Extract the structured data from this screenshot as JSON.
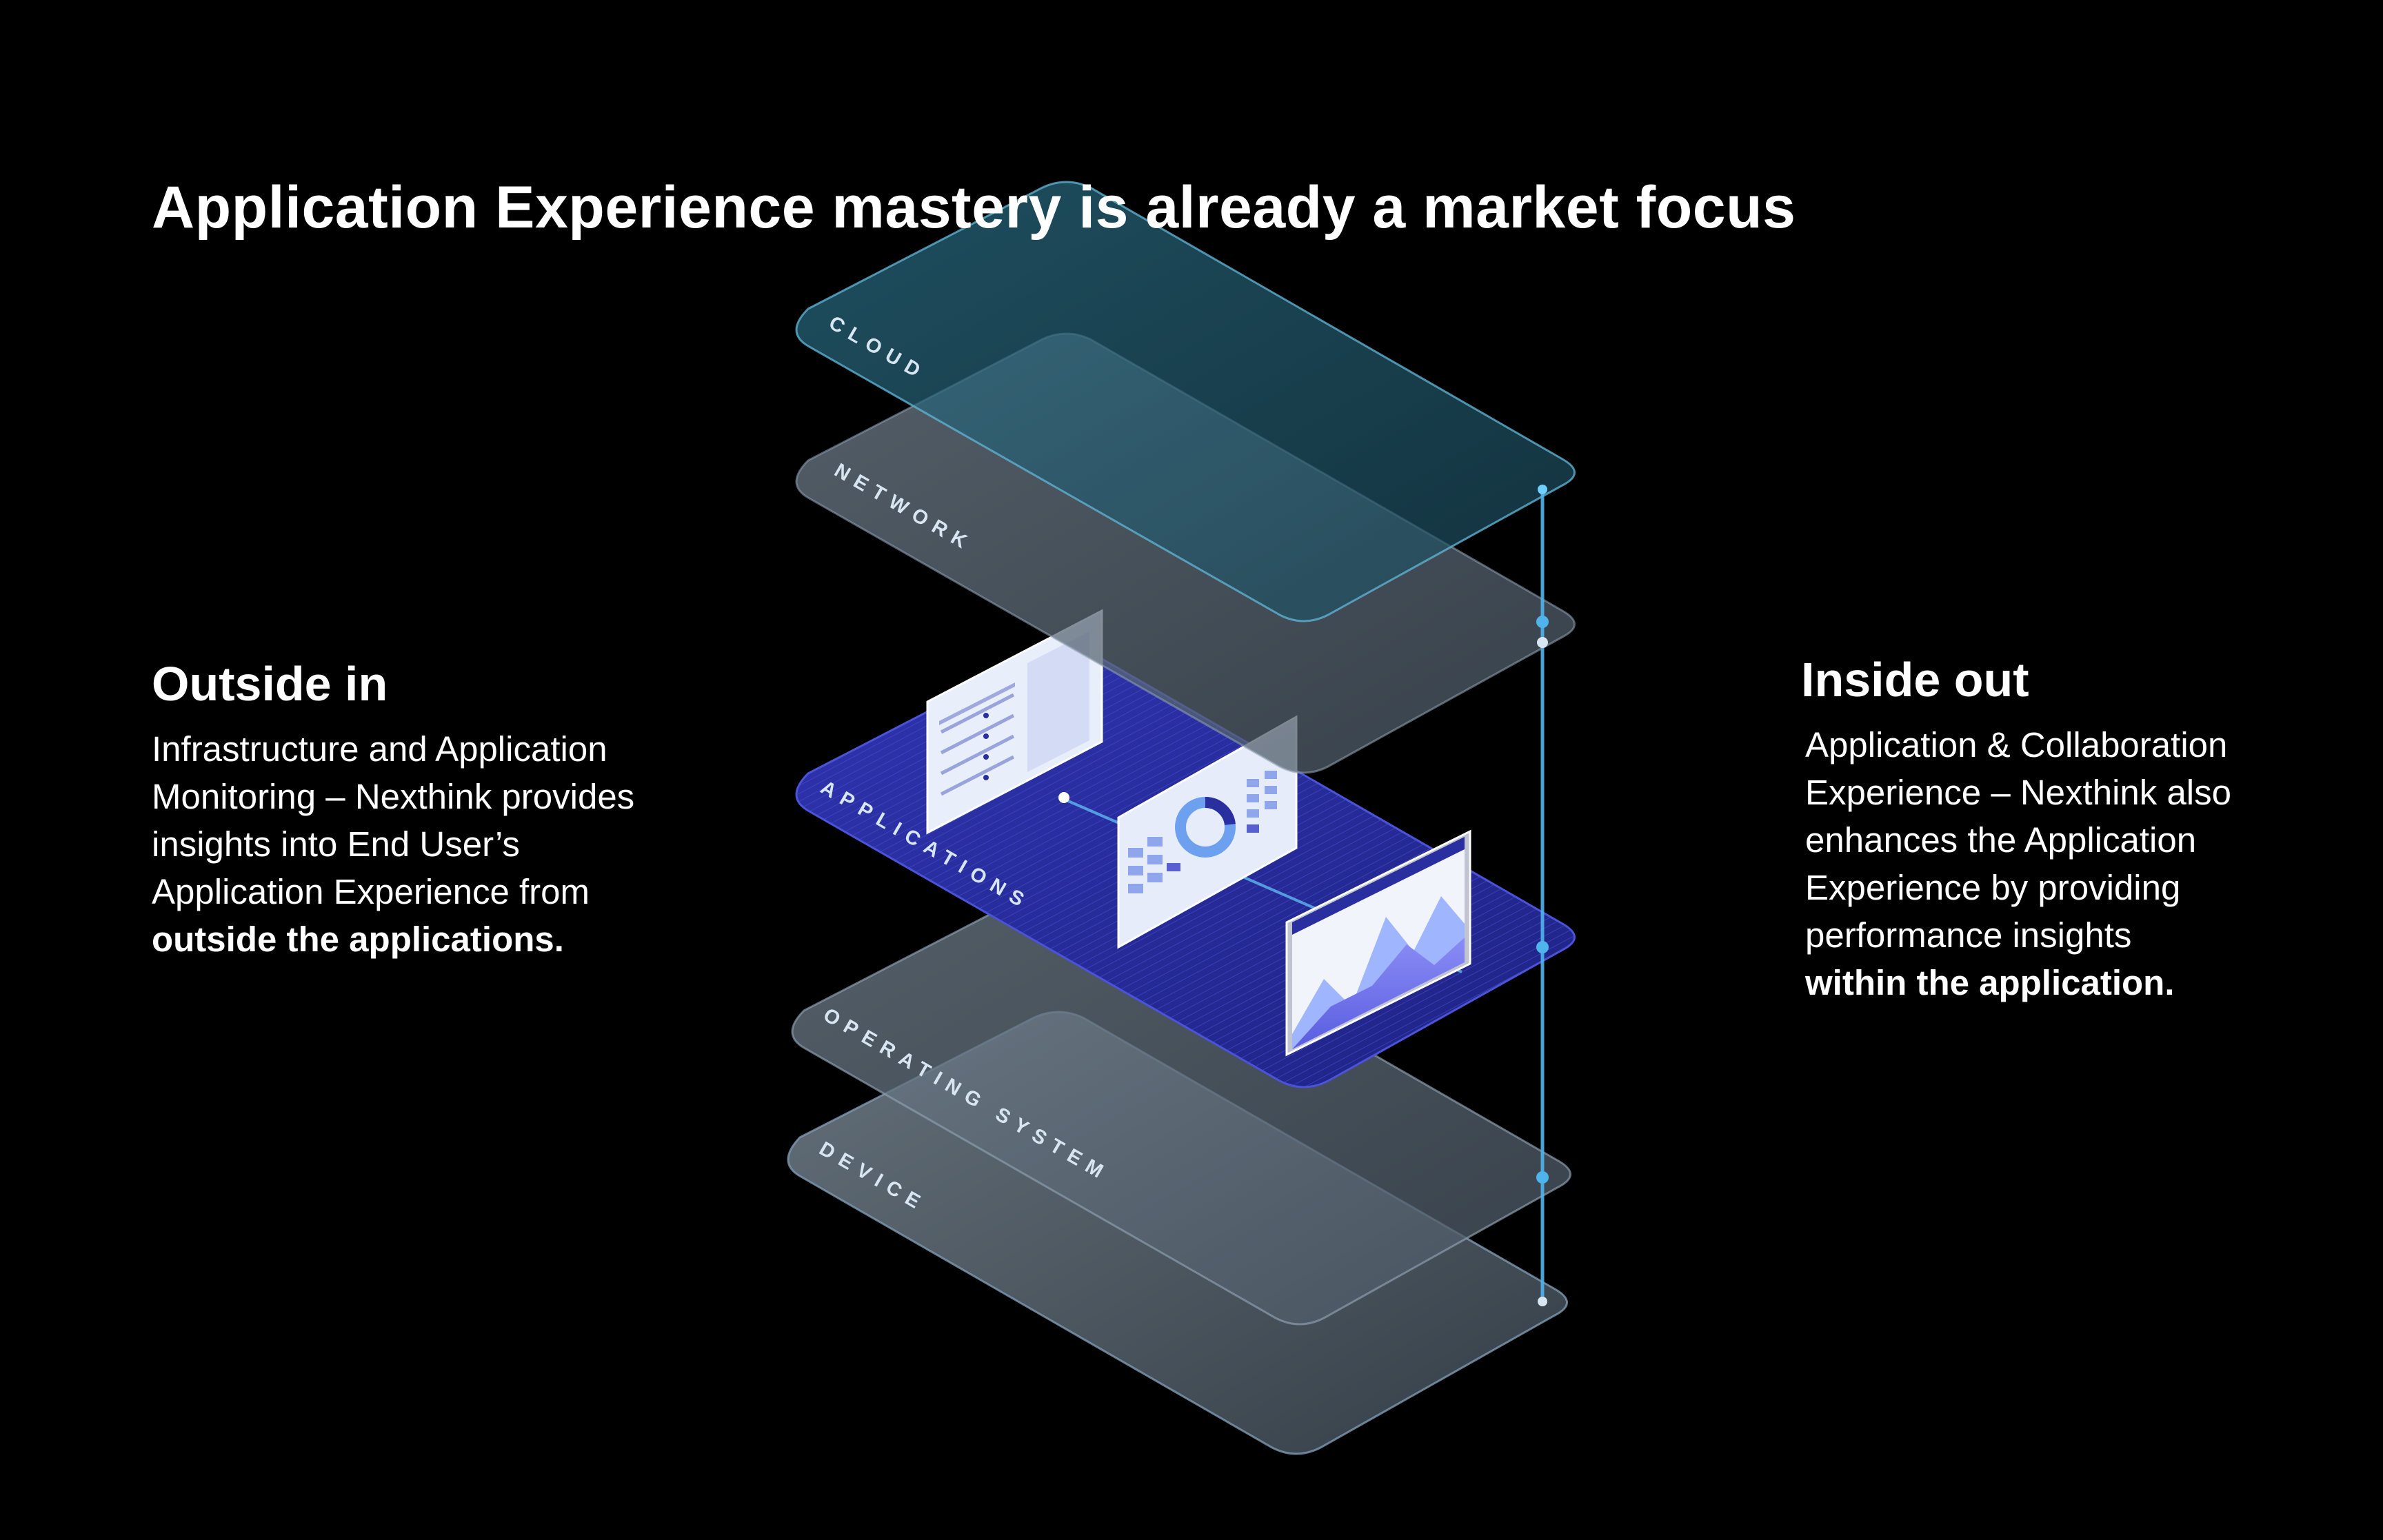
{
  "title": "Application Experience mastery is already a market focus",
  "left": {
    "heading": "Outside in",
    "lines": [
      "Infrastructure and Application",
      "Monitoring – Nexthink provides",
      "insights into End User’s",
      "Application Experience from"
    ],
    "bold_line": "outside the applications."
  },
  "right": {
    "heading": "Inside out",
    "lines": [
      "Application & Collaboration",
      "Experience – Nexthink also",
      "enhances the Application",
      "Experience by providing",
      "performance insights"
    ],
    "bold_line": "within the application."
  },
  "layers": {
    "cloud": "CLOUD",
    "network": "NETWORK",
    "applications": "APPLICATIONS",
    "operating_system": "OPERATING SYSTEM",
    "device": "DEVICE"
  },
  "colors": {
    "background": "#000000",
    "cloud": "#3f8fab",
    "network": "#6b7a88",
    "applications": "#2a2fa0",
    "operating_system": "#5c6670",
    "device": "#6a7886",
    "accent": "#4fb4ec"
  }
}
